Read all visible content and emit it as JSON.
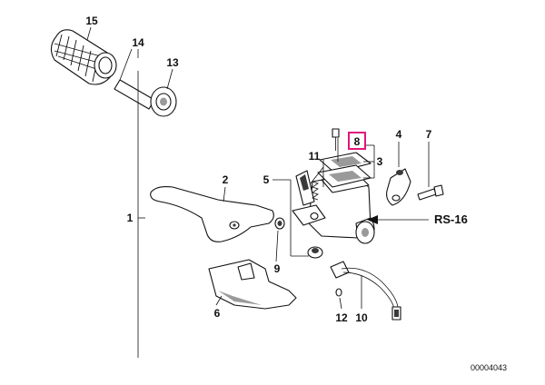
{
  "diagram": {
    "callouts": {
      "c15": "15",
      "c14": "14",
      "c13": "13",
      "c1": "1",
      "c2": "2",
      "c3": "3",
      "c4": "4",
      "c5": "5",
      "c6": "6",
      "c7": "7",
      "c8": "8",
      "c9": "9",
      "c10": "10",
      "c11": "11",
      "c12": "12"
    },
    "highlight_callout": "8",
    "highlight_color": "#e0177e",
    "reference_label": "RS-16",
    "diagram_code": "00004043"
  }
}
